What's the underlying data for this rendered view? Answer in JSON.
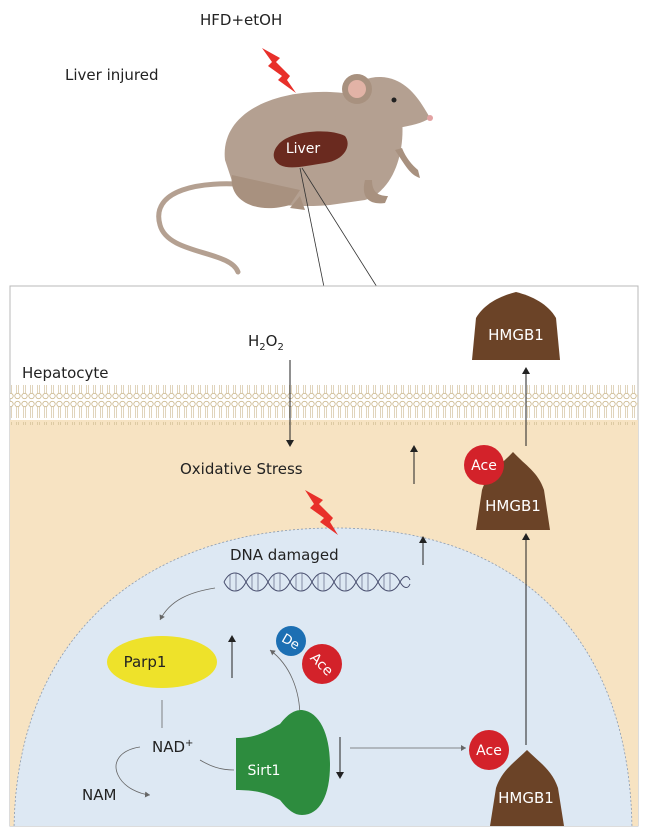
{
  "top": {
    "trigger": "HFD+etOH",
    "state": "Liver injured",
    "organ": "Liver"
  },
  "cell": {
    "name": "Hepatocyte",
    "h2o2": {
      "base": "H",
      "sub1": "2",
      "mid": "O",
      "sub2": "2"
    },
    "oxidative_stress": "Oxidative Stress",
    "dna_damaged": "DNA damaged"
  },
  "nodes": {
    "parp1": "Parp1",
    "sirt1": "Sirt1",
    "nad": {
      "base": "NAD",
      "sup": "+"
    },
    "nam": "NAM",
    "de": "De",
    "ace": "Ace",
    "hmgb1": "HMGB1"
  },
  "colors": {
    "cytoplasm": "#f7e3c2",
    "nucleus": "#dde8f3",
    "membrane": "#d9c9a3",
    "hmgb1": "#6b4327",
    "ace": "#d3222a",
    "de": "#1c6fb3",
    "parp1": "#eee22a",
    "sirt1": "#2d8c3e",
    "liver": "#6a2a1f",
    "bolt": "#e8302a",
    "mouse": "#b4a091"
  }
}
